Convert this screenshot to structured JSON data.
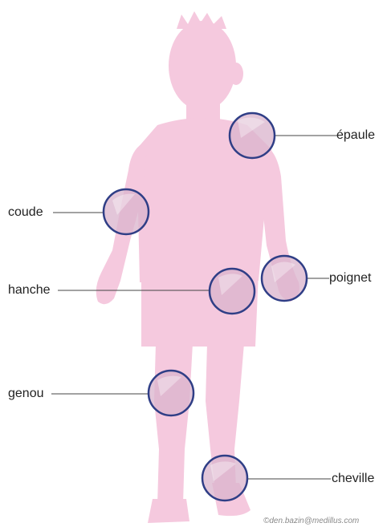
{
  "diagram": {
    "labels": {
      "epaule": "épaule",
      "coude": "coude",
      "poignet": "poignet",
      "hanche": "hanche",
      "genou": "genou",
      "cheville": "cheville"
    },
    "credit": "©den.bazin@medillus.com"
  },
  "colors": {
    "silhouette": "#f5c9de",
    "joint_fill": "#d9b3cc",
    "joint_stroke": "#2f3e86",
    "leader_line": "#444444"
  }
}
